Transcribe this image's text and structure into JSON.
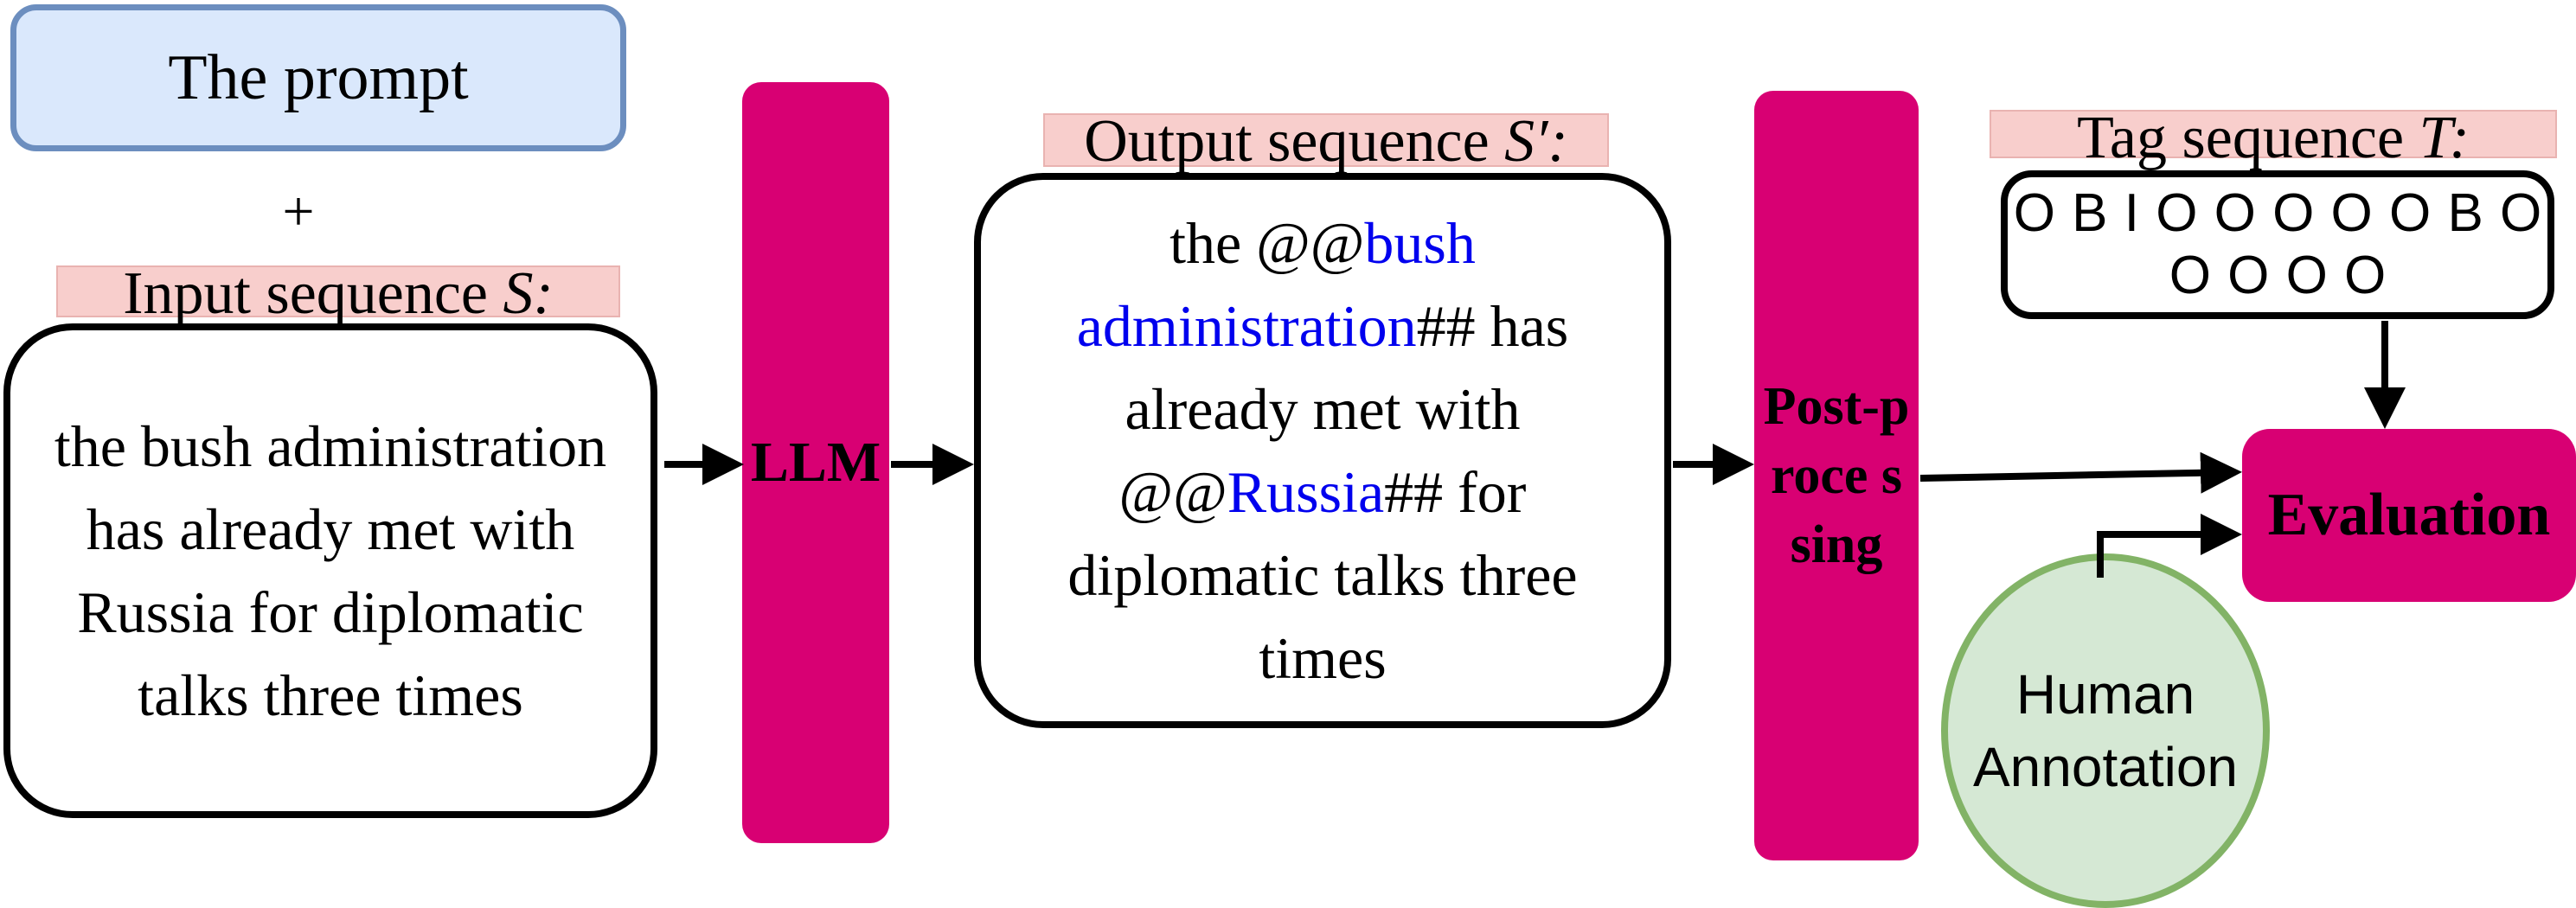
{
  "prompt_label": "The prompt",
  "plus_sign": "+",
  "input_label": {
    "text": "Input sequence ",
    "variable": "S:"
  },
  "input_text": "the bush administration has already met with Russia for diplomatic talks three times",
  "llm_label": "LLM",
  "output_label": {
    "text": "Output sequence ",
    "variable": "S′:"
  },
  "output_text": {
    "part1": "the @@",
    "entity1": "bush administration",
    "part2": "## has already met with @@",
    "entity2": "Russia",
    "part3": "## for diplomatic talks three times"
  },
  "postprocessing_label": "Post-proce ssing",
  "tag_label": {
    "text": "Tag sequence ",
    "variable": "T:"
  },
  "tag_sequence": {
    "line1": "O B I O O O O O B O",
    "line2": "O O O O"
  },
  "evaluation_label": "Evaluation",
  "human_annotation_label": {
    "line1": "Human",
    "line2": "Annotation"
  },
  "colors": {
    "magenta": "#d80073",
    "prompt_fill": "#dae8fc",
    "prompt_border": "#6c8ebf",
    "label_fill": "#f8cecc",
    "entity_highlight": "#0000ee",
    "human_fill": "#d5e8d4",
    "human_border": "#82b366"
  }
}
